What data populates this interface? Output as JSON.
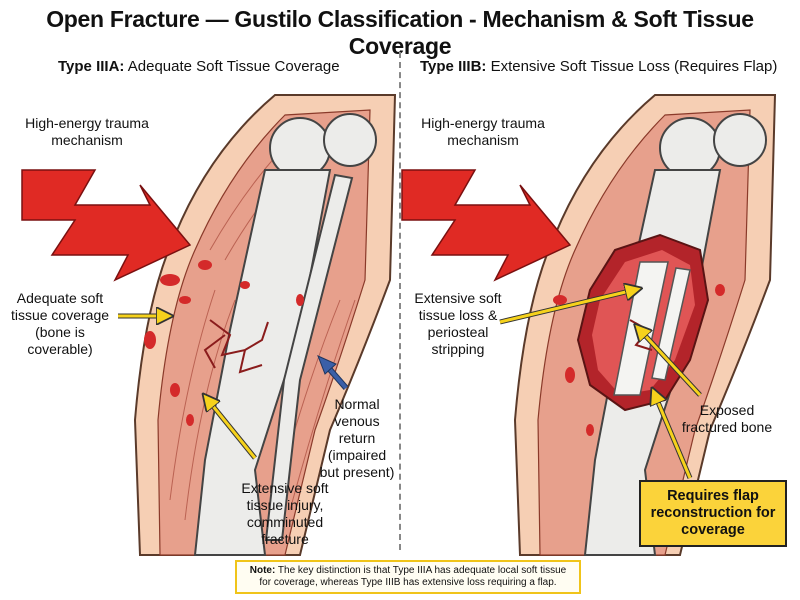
{
  "title": "Open Fracture — Gustilo Classification - Mechanism & Soft Tissue Coverage",
  "panels": [
    {
      "type_label": "Type IIIA:",
      "subtitle": "Adequate Soft Tissue Coverage",
      "labels": {
        "mechanism": "High-energy trauma mechanism",
        "coverage": "Adequate soft tissue coverage (bone is coverable)",
        "venous": "Normal venous return (impaired but present)",
        "injury": "Extensive soft tissue injury, comminuted fracture"
      }
    },
    {
      "type_label": "Type IIIB:",
      "subtitle": "Extensive Soft Tissue Loss (Requires Flap)",
      "labels": {
        "mechanism": "High-energy trauma mechanism",
        "loss": "Extensive soft tissue loss & periosteal stripping",
        "exposed": "Exposed fractured bone",
        "callout": "Requires flap reconstruction for coverage"
      }
    }
  ],
  "note": {
    "prefix": "Note:",
    "text": "The key distinction is that Type IIIA has adequate local soft tissue for coverage, whereas Type IIIB has extensive loss requiring a flap."
  },
  "colors": {
    "skin": "#f6cfb4",
    "muscle": "#e7a08c",
    "bone": "#ececea",
    "blood": "#d42a2a",
    "arrow_red": "#e02a24",
    "arrow_yellow": "#f6d21c",
    "arrow_blue": "#3a5fa8",
    "callout": "#fbd33a"
  }
}
